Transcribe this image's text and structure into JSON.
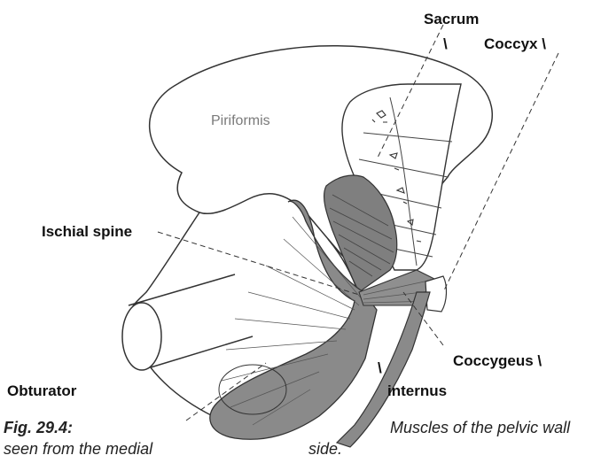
{
  "labels": {
    "sacrum": "Sacrum",
    "backslash_a": "\\",
    "coccyx": "Coccyx \\",
    "piriformis": "Piriformis",
    "ischial_spine": "Ischial spine",
    "coccygeus": "Coccygeus \\",
    "obturator": "Obturator",
    "backslash_b": "\\",
    "internus": "internus"
  },
  "caption": {
    "figure_number": "Fig. 29.4:",
    "text_right": "Muscles of the pelvic wall",
    "text_left_line2": "seen from the medial",
    "text_right_line2": "side."
  },
  "colors": {
    "muscle_fill": "#8a8a8a",
    "outline": "#333333",
    "label_light": "#7a7a7a"
  }
}
